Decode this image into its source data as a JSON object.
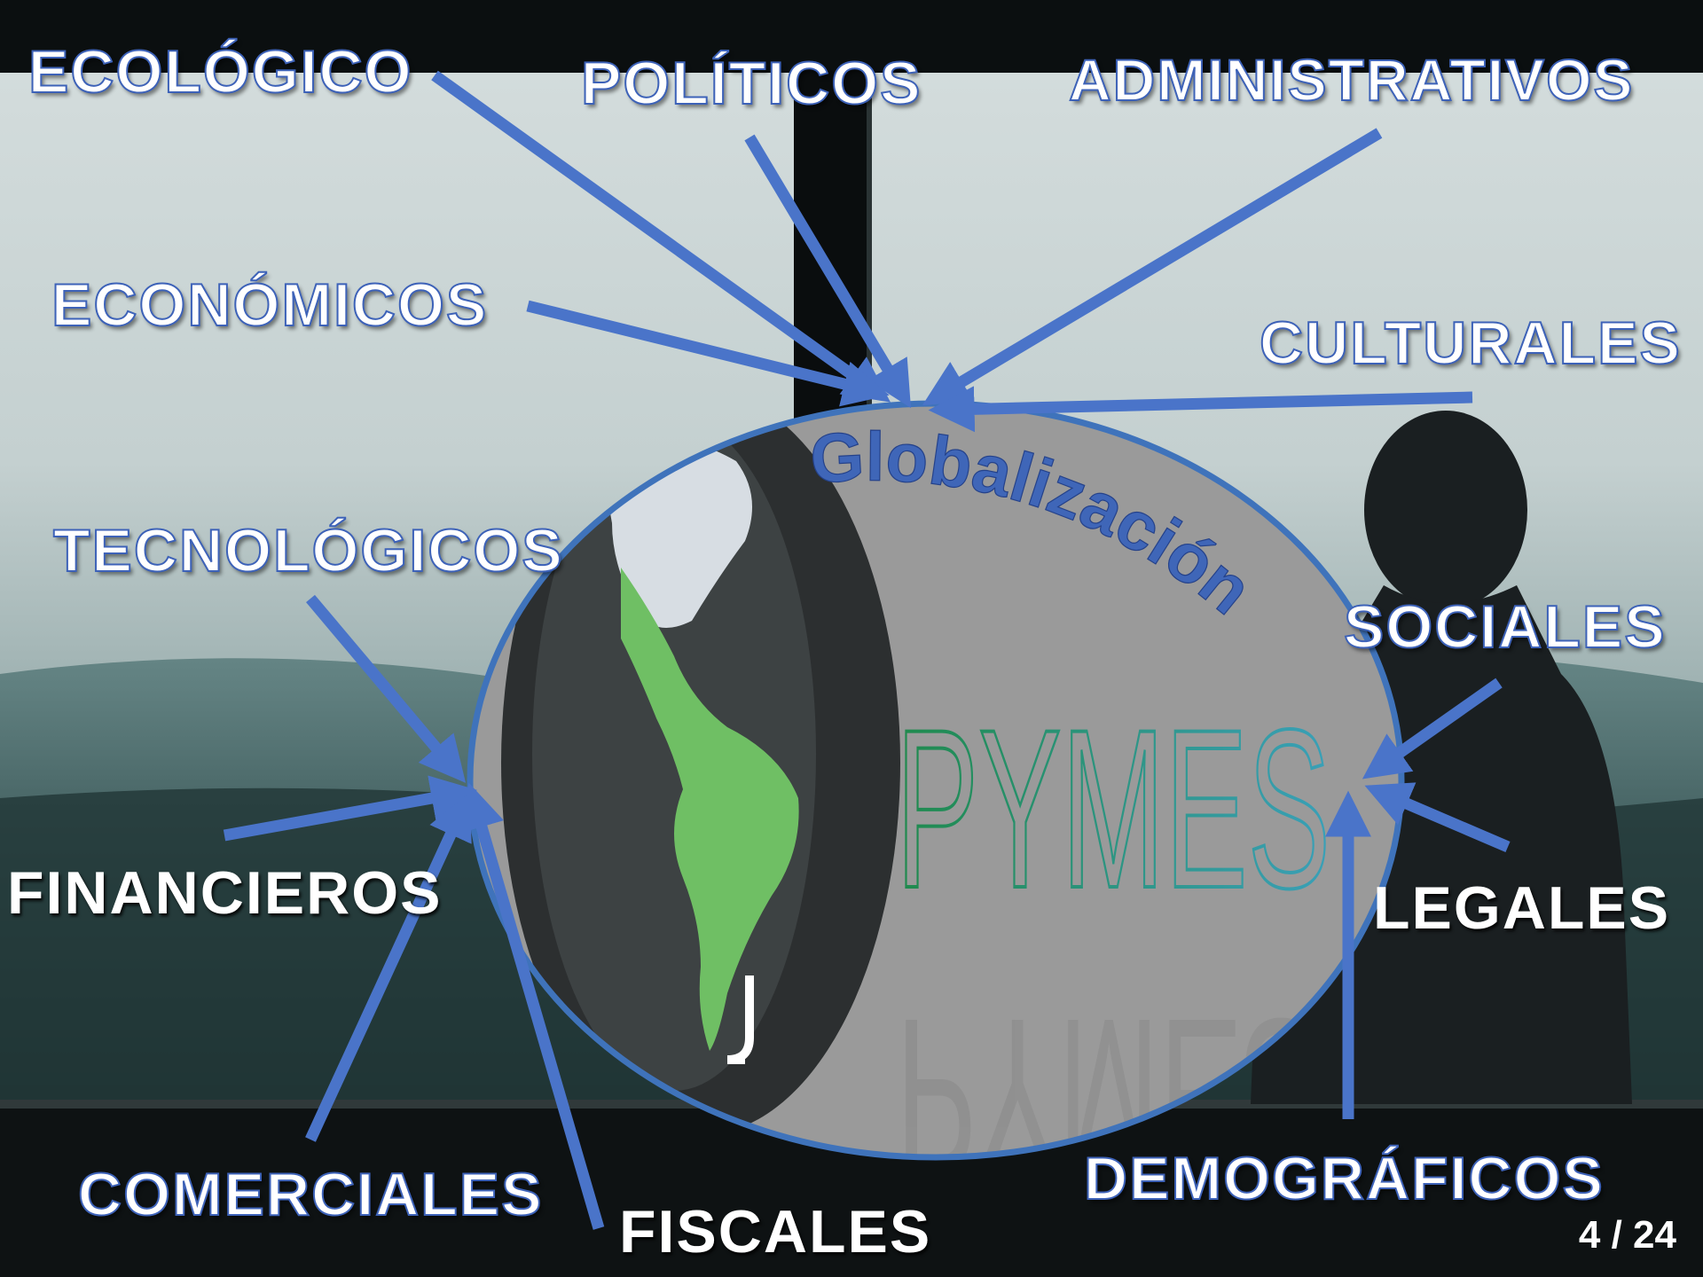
{
  "center": {
    "arc_title": "Globalización",
    "logo": "PYMES"
  },
  "factors": {
    "ecologico": "ECOLÓGICO",
    "politicos": "POLÍTICOS",
    "administrativos": "ADMINISTRATIVOS",
    "economicos": "ECONÓMICOS",
    "culturales": "CULTURALES",
    "tecnologicos": "TECNOLÓGICOS",
    "sociales": "SOCIALES",
    "financieros": "FINANCIEROS",
    "legales": "LEGALES",
    "comerciales": "COMERCIALES",
    "fiscales": "FISCALES",
    "demograficos": "DEMOGRÁFICOS"
  },
  "slide": {
    "page_indicator": "4 / 24"
  },
  "colors": {
    "arrow": "#4a74c9",
    "ellipse_stroke": "#3f73bb",
    "ellipse_fill": "#9a9a9a",
    "pymes_green": "#1f8a4c",
    "pymes_teal": "#3aa0b8",
    "arc_text": "#3f66b8"
  }
}
